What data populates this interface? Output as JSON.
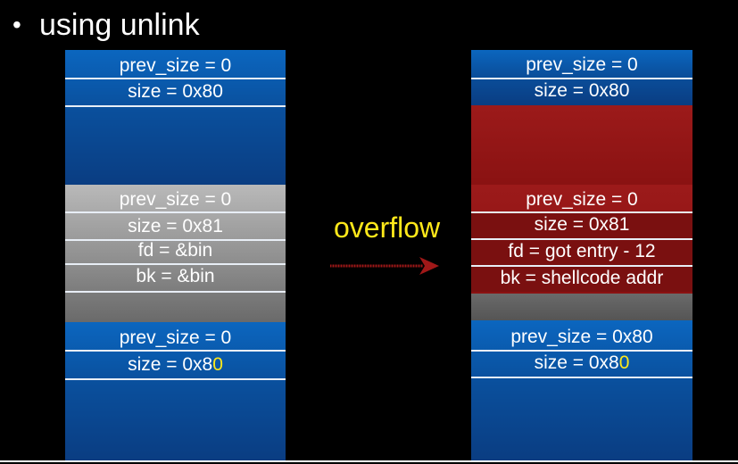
{
  "heading": {
    "bullet": "•",
    "text": "using unlink"
  },
  "annotation": {
    "label": "overflow",
    "color": "#ffe81a"
  },
  "left": {
    "chunk1": {
      "prev_size": "prev_size = 0",
      "size": "size = 0x80"
    },
    "chunk2": {
      "prev_size": "prev_size = 0",
      "size": "size = 0x81",
      "fd": "fd = &bin",
      "bk": "bk = &bin"
    },
    "chunk3": {
      "prev_size": "prev_size = 0",
      "size_prefix": "size = 0x8",
      "size_hl": "0"
    }
  },
  "right": {
    "chunk1": {
      "prev_size": "prev_size = 0",
      "size": "size = 0x80"
    },
    "chunk2": {
      "prev_size": "prev_size = 0",
      "size": "size = 0x81",
      "fd": "fd = got entry - 12",
      "bk": "bk = shellcode addr"
    },
    "chunk3": {
      "prev_size": "prev_size = 0x80",
      "size_prefix": "size = 0x8",
      "size_hl": "0"
    }
  },
  "colors": {
    "blue": "#0b66bf",
    "gray": "#8f8f8f",
    "red": "#9c1a1a",
    "highlight": "#ffe81a",
    "arrow": "#a01818"
  }
}
